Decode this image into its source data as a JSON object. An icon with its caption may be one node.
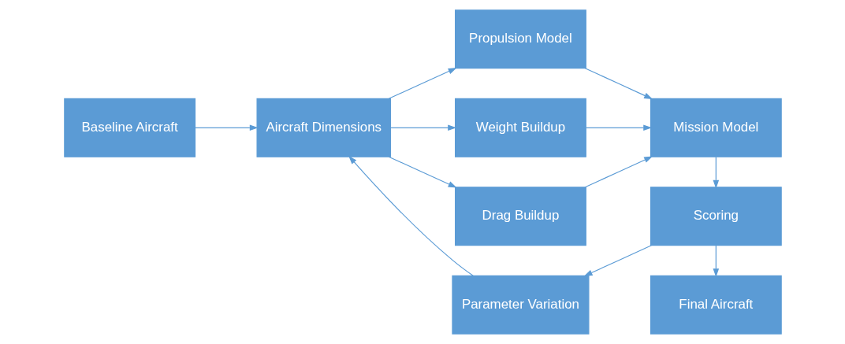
{
  "diagram": {
    "nodes": [
      {
        "text": [
          "Baseline Aircraft"
        ]
      },
      {
        "text": [
          "Aircraft Dimensions"
        ]
      },
      {
        "text": [
          "Propulsion Model"
        ]
      },
      {
        "text": [
          "Weight Buildup"
        ]
      },
      {
        "text": [
          "Drag Buildup"
        ]
      },
      {
        "text": [
          "Parameter Variation"
        ]
      },
      {
        "text": [
          "Mission Model"
        ]
      },
      {
        "text": [
          "Scoring"
        ]
      },
      {
        "text": [
          "Final Aircraft"
        ]
      }
    ],
    "edges": [
      {
        "from": 0,
        "to": 1,
        "arrow": "to"
      },
      {
        "from": 1,
        "to": 2,
        "arrow": "to"
      },
      {
        "from": 1,
        "to": 3,
        "arrow": "to"
      },
      {
        "from": 1,
        "to": 4,
        "arrow": "to"
      },
      {
        "from": 2,
        "to": 6,
        "arrow": "to"
      },
      {
        "from": 3,
        "to": 6,
        "arrow": "to"
      },
      {
        "from": 4,
        "to": 6,
        "arrow": "to"
      },
      {
        "from": 6,
        "to": 7,
        "arrow": "to"
      },
      {
        "from": 7,
        "to": 8,
        "arrow": "to"
      },
      {
        "from": 7,
        "to": 5,
        "arrow": "to"
      },
      {
        "from": 5,
        "to": 1,
        "arrow": "to"
      }
    ]
  }
}
